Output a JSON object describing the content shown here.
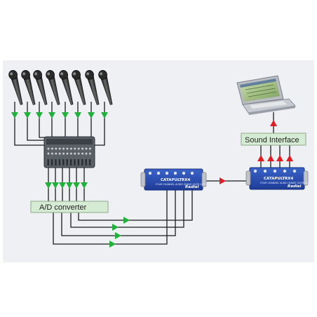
{
  "labels": {
    "ad_converter": "A/D converter",
    "sound_interface": "Sound Interface"
  },
  "devices": {
    "brand": "CATAPULT",
    "model": "RX4",
    "maker": "Radial",
    "caption": "FOUR CHANNEL AUDIO SNAKE OVER CAT 5"
  },
  "diagram": {
    "microphone_count": 8,
    "mixer_outputs": 6,
    "snake_lines": 4,
    "interface_outputs": 4
  },
  "colors": {
    "wire": "#1b1b1b",
    "green_arrow": "#1fb13a",
    "red_arrow": "#e31b23",
    "label_fill": "#d6ebd3",
    "label_border": "#8da98a",
    "device_blue": "#2546a8",
    "background_panel": "#eef0f4"
  }
}
